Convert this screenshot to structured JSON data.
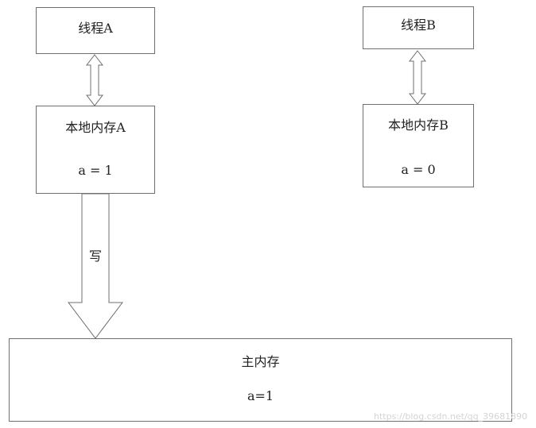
{
  "thread_a": {
    "title": "线程A"
  },
  "thread_b": {
    "title": "线程B"
  },
  "local_mem_a": {
    "title": "本地内存A",
    "value": "a = 1"
  },
  "local_mem_b": {
    "title": "本地内存B",
    "value": "a = 0"
  },
  "write_arrow": {
    "label": "写"
  },
  "main_memory": {
    "title": "主内存",
    "value": "a=1"
  },
  "watermark": "https://blog.csdn.net/qq_39681890",
  "colors": {
    "stroke": "#6f6f6f",
    "background": "#ffffff",
    "text": "#222222"
  }
}
